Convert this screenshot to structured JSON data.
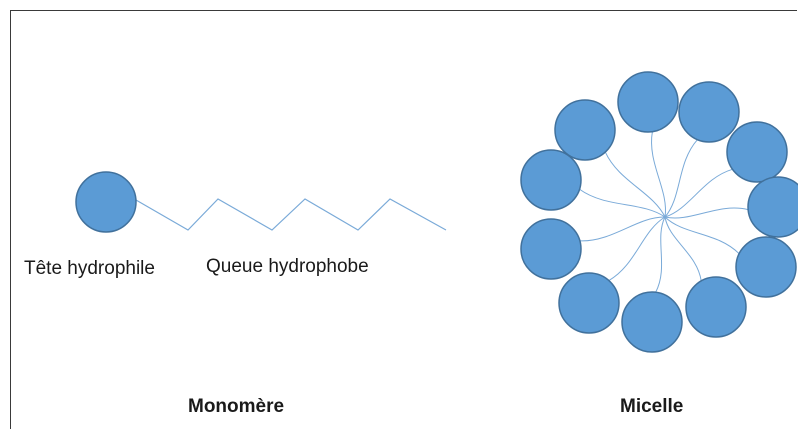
{
  "colors": {
    "head_fill": "#5b9bd5",
    "head_stroke": "#41719c",
    "tail_stroke": "#7aaad8",
    "frame": "#3a3a3a"
  },
  "monomer": {
    "head_label": "Tête hydrophile",
    "tail_label": "Queue hydrophobe",
    "caption": "Monomère"
  },
  "micelle": {
    "caption": "Micelle",
    "head_count": 11
  }
}
